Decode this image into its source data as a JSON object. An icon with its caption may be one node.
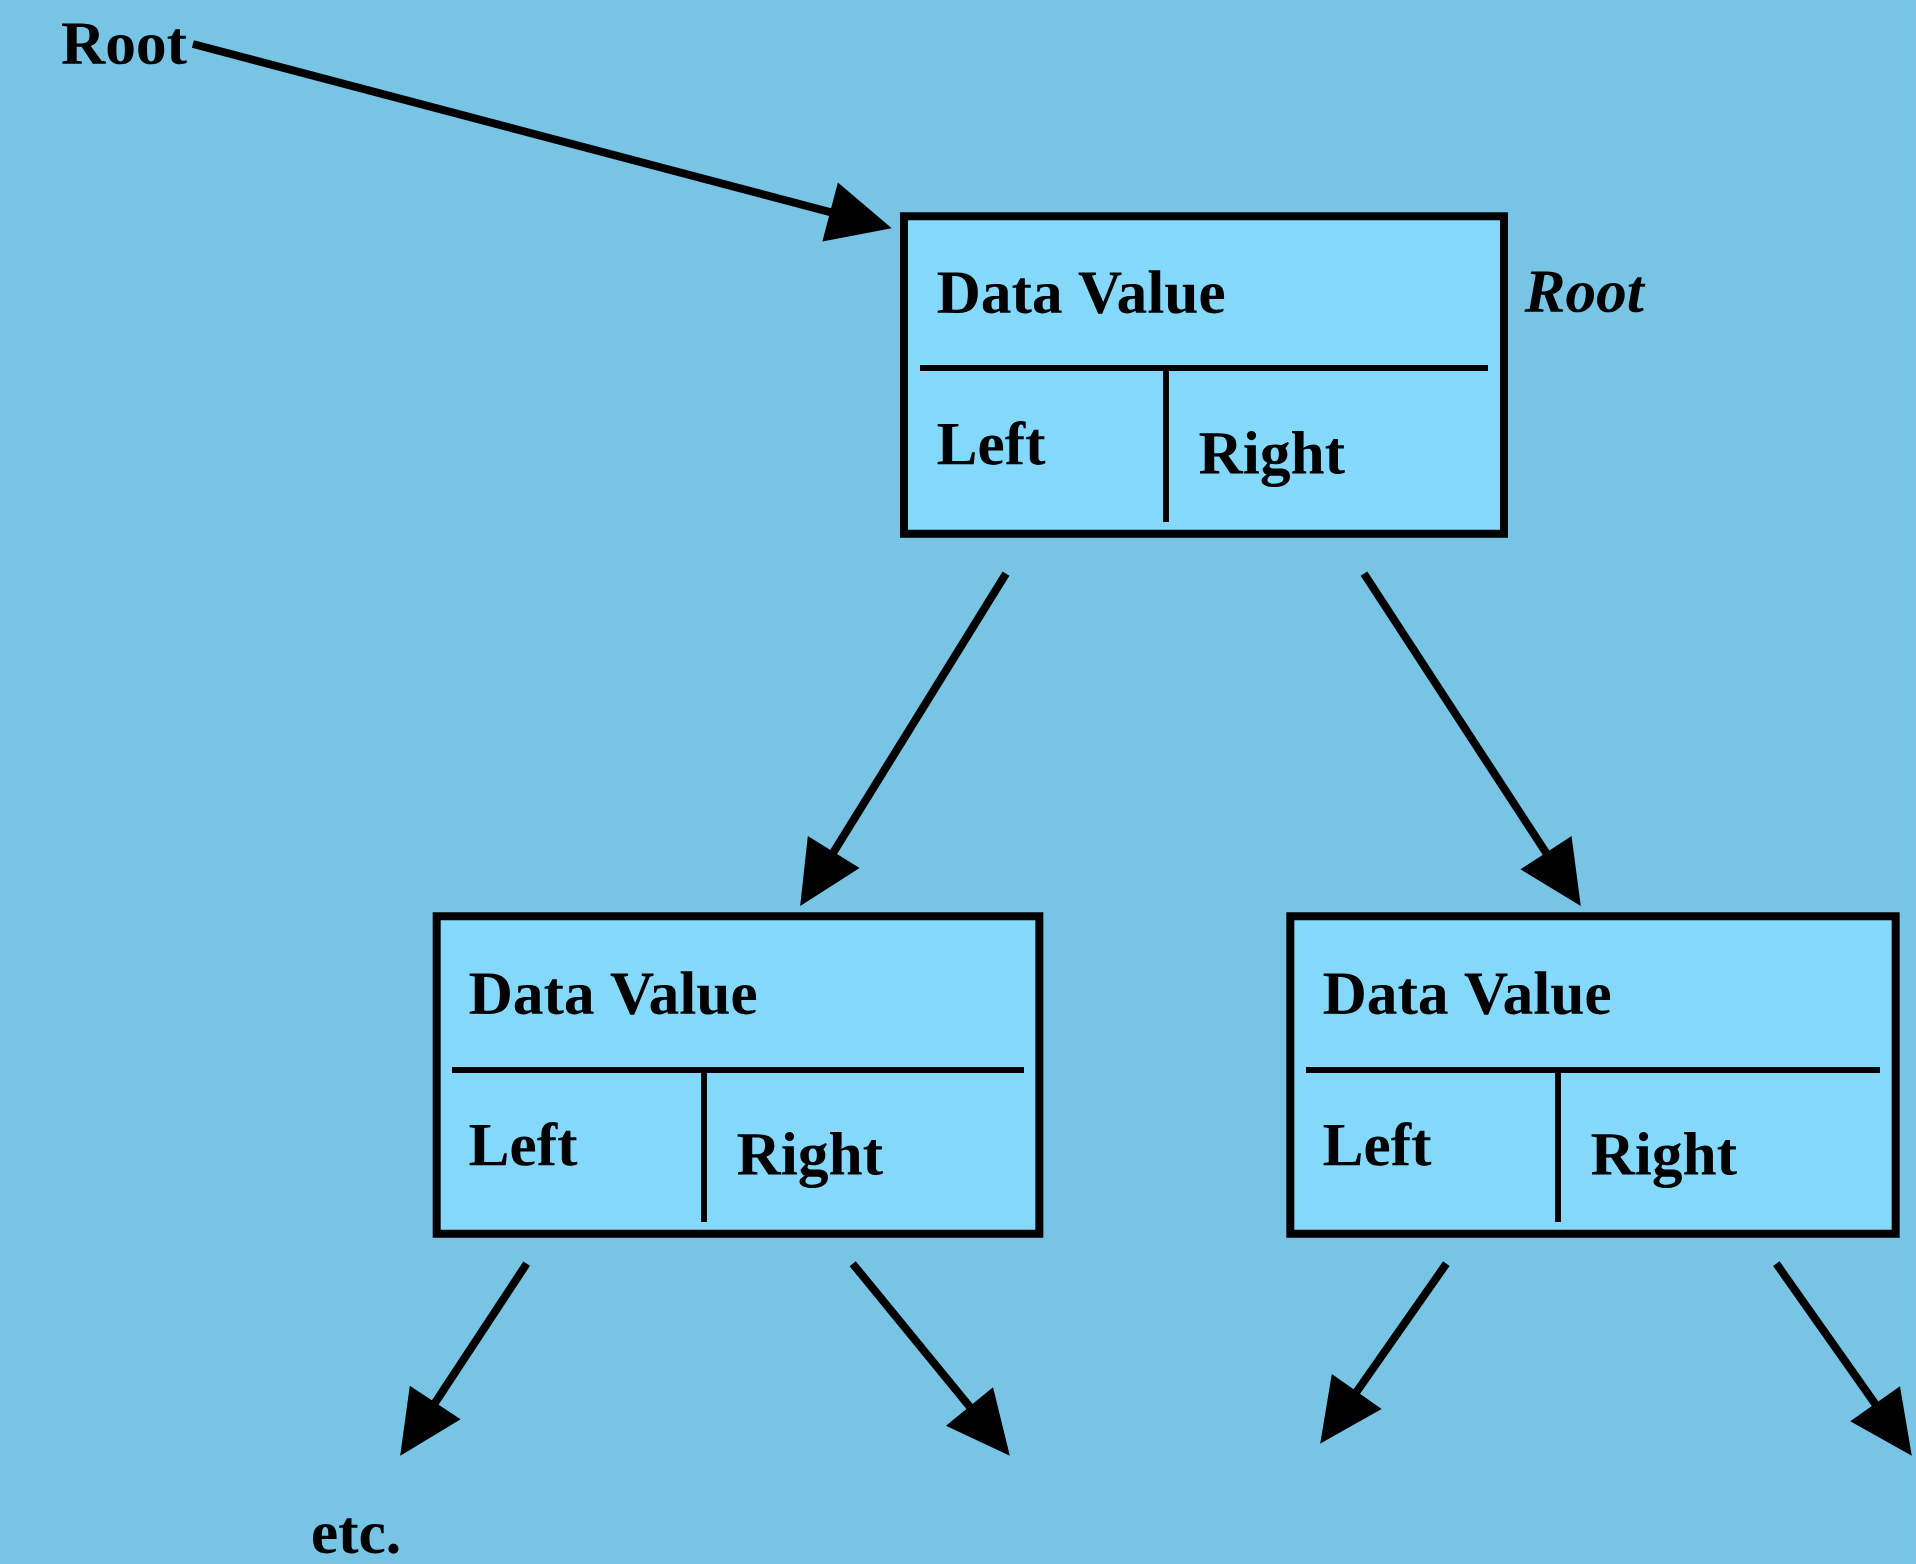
{
  "diagram": {
    "nodes": [
      {
        "text": [
          "Root"
        ]
      },
      {
        "text": [
          "Data Value",
          "Left",
          "Right"
        ],
        "beside": [
          "Root"
        ]
      },
      {
        "text": [
          "Data Value",
          "Left",
          "Right"
        ]
      },
      {
        "text": [
          "Data Value",
          "Left",
          "Right"
        ]
      }
    ],
    "edges": [
      {
        "from": 0,
        "to": 1,
        "arrow": "to"
      },
      {
        "from": 1,
        "to": 2,
        "arrow": "to"
      },
      {
        "from": 1,
        "to": 3,
        "arrow": "to"
      },
      {
        "from": 2,
        "to": null,
        "arrow": "to"
      },
      {
        "from": 2,
        "to": null,
        "arrow": "to"
      },
      {
        "from": 3,
        "to": null,
        "arrow": "to"
      },
      {
        "from": 3,
        "to": null,
        "arrow": "to"
      }
    ],
    "labels": [
      "etc."
    ]
  }
}
